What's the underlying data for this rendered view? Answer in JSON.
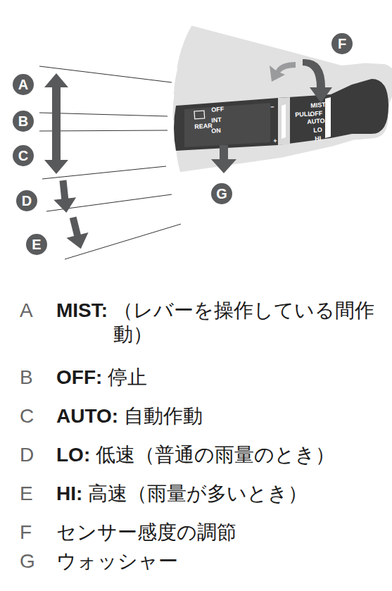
{
  "diagram": {
    "nodes": [
      {
        "text": [
          "A"
        ]
      },
      {
        "text": [
          "B"
        ]
      },
      {
        "text": [
          "C"
        ]
      },
      {
        "text": [
          "D"
        ]
      },
      {
        "text": [
          "E"
        ]
      },
      {
        "text": [
          "F"
        ]
      },
      {
        "text": [
          "G"
        ]
      }
    ],
    "labels": [
      "OFF",
      "INT",
      "ON",
      "REAR",
      "MIST",
      "PULL",
      "OFF",
      "AUTO",
      "LO",
      "HI",
      "−",
      "+",
      "A",
      "MIST:",
      "（レバーを操作している間作動）",
      "B",
      "OFF:",
      "停止",
      "C",
      "AUTO:",
      "自動作動",
      "D",
      "LO:",
      "低速（普通の雨量のとき）",
      "E",
      "HI:",
      "高速（雨量が多いとき）",
      "F",
      "センサー感度の調節",
      "G",
      "ウォッシャー"
    ]
  }
}
